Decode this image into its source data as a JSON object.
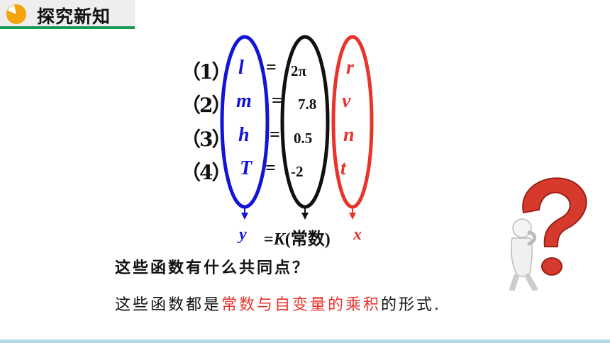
{
  "header": {
    "title": "探究新知"
  },
  "rows": [
    {
      "label": "（1）",
      "left": "l",
      "eq": "=",
      "const": "2π",
      "right": "r"
    },
    {
      "label": "（2）",
      "left": "m",
      "eq": "=",
      "const": "7.8",
      "right": "v"
    },
    {
      "label": "（3）",
      "left": "h",
      "eq": "=",
      "const": "0.5",
      "right": "n"
    },
    {
      "label": "（4）",
      "left": "T",
      "eq": "=",
      "const": "-2",
      "right": "t"
    }
  ],
  "summary": {
    "y": "y",
    "eq_prefix": "=",
    "k": "K",
    "k_note": "(常数)",
    "x": "x"
  },
  "question": "这些函数有什么共同点？",
  "answer": {
    "part1": "这些函数都是",
    "part2": "常数与自变量的乘积",
    "part3": "的形式."
  },
  "colors": {
    "blue": "#1414d6",
    "black": "#111111",
    "red": "#e8342b",
    "green": "#1a9a57"
  },
  "icons": {
    "header": "pie-chart-icon",
    "figure": "thinking-person-question-mark-icon"
  }
}
